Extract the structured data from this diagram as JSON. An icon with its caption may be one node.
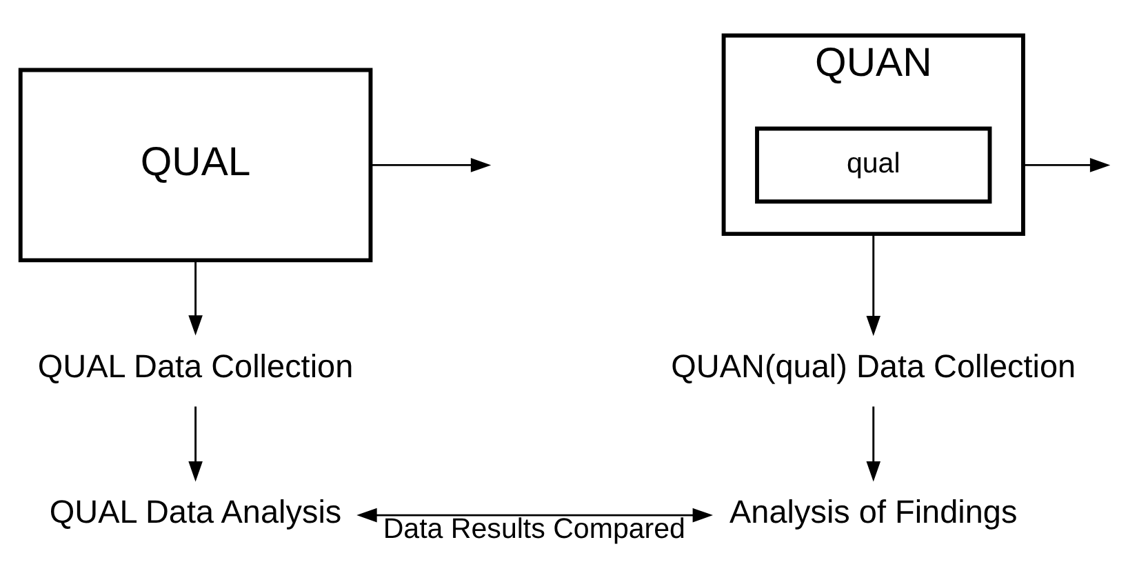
{
  "diagram": {
    "nodes": [
      {
        "text": [
          "QUAL"
        ]
      },
      {
        "text": [
          "QUAN"
        ]
      },
      {
        "text": [
          "qual"
        ],
        "in": 1
      },
      {
        "text": [
          "QUAL Data Collection"
        ]
      },
      {
        "text": [
          "QUAN(qual) Data Collection"
        ]
      },
      {
        "text": [
          "QUAL Data Analysis"
        ]
      },
      {
        "text": [
          "Analysis of Findings"
        ]
      }
    ],
    "edges": [
      {
        "from": 0,
        "to": null,
        "arrow": "to"
      },
      {
        "from": 1,
        "to": null,
        "arrow": "to"
      },
      {
        "from": 0,
        "to": 3,
        "arrow": "to"
      },
      {
        "from": 1,
        "to": 4,
        "arrow": "to"
      },
      {
        "from": 3,
        "to": 5,
        "arrow": "to"
      },
      {
        "from": 4,
        "to": 6,
        "arrow": "to"
      },
      {
        "from": 5,
        "to": 6,
        "label": "Data Results Compared",
        "arrow": "both"
      }
    ]
  }
}
